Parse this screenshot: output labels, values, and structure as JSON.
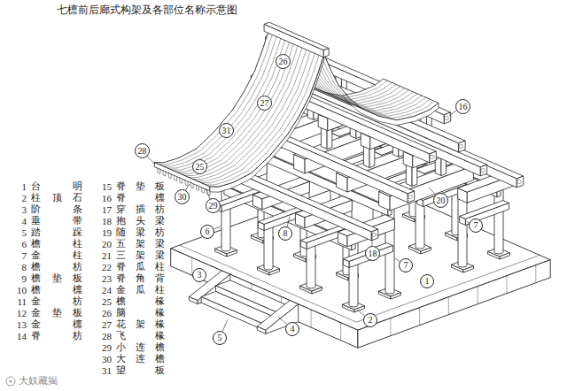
{
  "diagram": {
    "title": "七檩前后廊式构架及各部位名称示意图",
    "nodes": [
      {
        "text": [
          "26"
        ]
      },
      {
        "text": [
          "16"
        ]
      },
      {
        "text": [
          "27"
        ]
      },
      {
        "text": [
          "31"
        ]
      },
      {
        "text": [
          "28"
        ]
      },
      {
        "text": [
          "25"
        ]
      },
      {
        "text": [
          "30"
        ]
      },
      {
        "text": [
          "20"
        ]
      },
      {
        "text": [
          "29"
        ]
      },
      {
        "text": [
          "7"
        ]
      },
      {
        "text": [
          "6"
        ]
      },
      {
        "text": [
          "8"
        ]
      },
      {
        "text": [
          "18"
        ]
      },
      {
        "text": [
          "7"
        ]
      },
      {
        "text": [
          "3"
        ]
      },
      {
        "text": [
          "1"
        ]
      },
      {
        "text": [
          "2"
        ]
      },
      {
        "text": [
          "4"
        ]
      },
      {
        "text": [
          "5"
        ]
      }
    ],
    "labels": [
      "1",
      "台明",
      "2",
      "柱顶石",
      "3",
      "阶条",
      "4",
      "垂带",
      "5",
      "踏跺",
      "6",
      "檐柱",
      "7",
      "金柱",
      "8",
      "檐枋",
      "9",
      "檐垫板",
      "10",
      "檐檩",
      "11",
      "金枋",
      "12",
      "金垫板",
      "13",
      "金檩",
      "14",
      "脊枋",
      "15",
      "脊垫板",
      "16",
      "脊檩",
      "17",
      "穿插枋",
      "18",
      "抱头梁",
      "19",
      "随梁枋",
      "20",
      "五架梁",
      "21",
      "三架梁",
      "22",
      "脊瓜柱",
      "23",
      "脊角背",
      "24",
      "金瓜柱",
      "25",
      "檐椽",
      "26",
      "脑椽",
      "27",
      "花架椽",
      "28",
      "飞椽",
      "29",
      "小连檐",
      "30",
      "大连檐",
      "31",
      "望板",
      "大奴藏揭"
    ]
  }
}
